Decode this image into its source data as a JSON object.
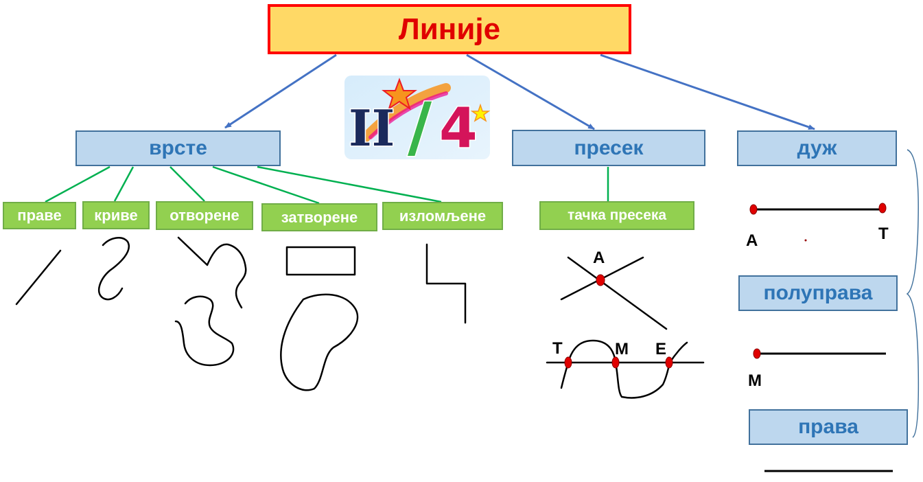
{
  "title": "Линије",
  "main_categories": {
    "kinds": "врсте",
    "intersection": "пресек",
    "segment": "дуж"
  },
  "kinds_items": [
    "праве",
    "криве",
    "отворене",
    "затворене",
    "изломљене"
  ],
  "intersection_point": "тачка пресека",
  "ray": "полуправа",
  "line": "права",
  "point_labels": {
    "intersection_a": "А",
    "wave_t": "Т",
    "wave_m": "М",
    "wave_e": "Е",
    "segment_a": "А",
    "segment_t": "Т",
    "ray_m": "М"
  },
  "logo_text": {
    "numeral": "II",
    "slash": "/",
    "digit": "4"
  },
  "colors": {
    "title_fill": "#ffd966",
    "title_border": "#ff0000",
    "title_text": "#e00000",
    "blue_fill": "#bdd7ee",
    "blue_text": "#2e75b6",
    "green_fill": "#92d050",
    "arrow": "#4472c4",
    "green_connector": "#00b050",
    "point_red": "#e00000"
  }
}
